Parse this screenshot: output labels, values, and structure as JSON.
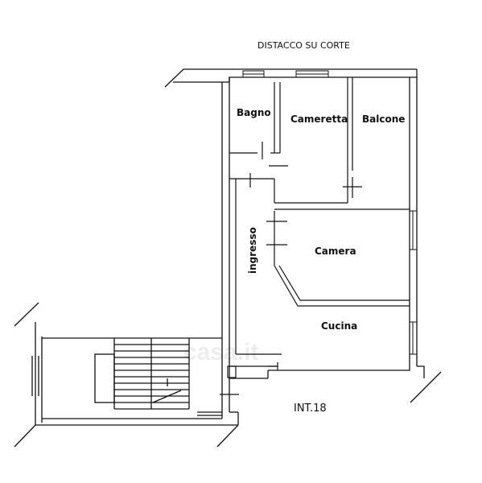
{
  "plan": {
    "header": "DISTACCO SU CORTE",
    "unit_label": "INT.18",
    "rooms": {
      "bagno": "Bagno",
      "cameretta": "Cameretta",
      "balcone": "Balcone",
      "ingresso": "ingresso",
      "camera": "Camera",
      "cucina": "Cucina"
    },
    "watermark": "casa.it",
    "line_color": "#111111",
    "background": "#ffffff"
  }
}
